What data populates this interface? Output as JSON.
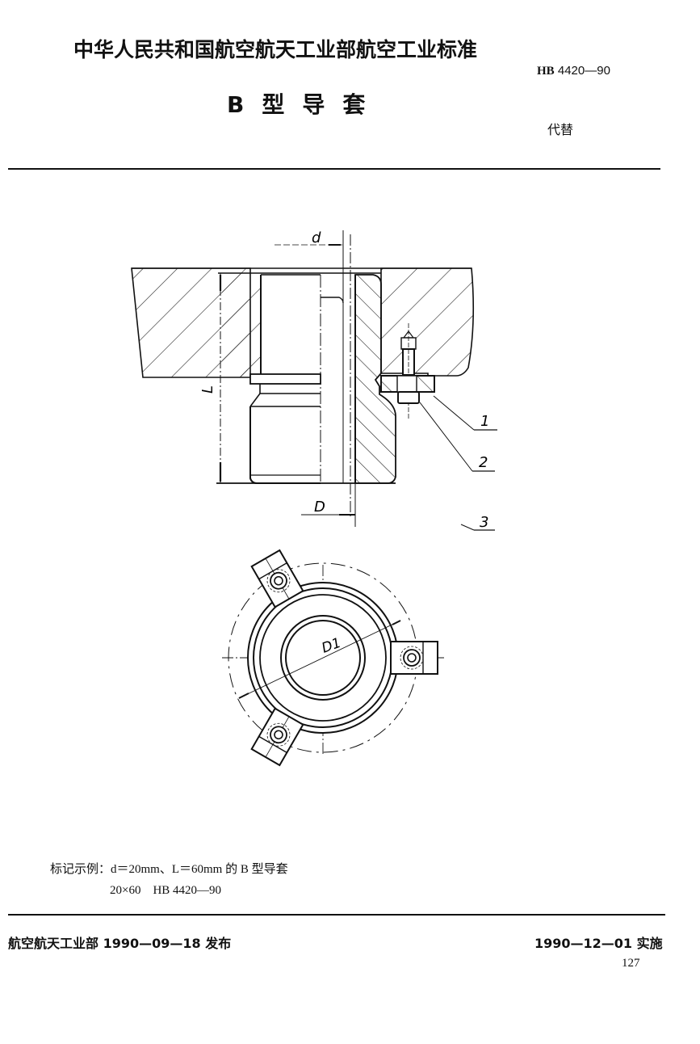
{
  "header": {
    "standard_title": "中华人民共和国航空航天工业部航空工业标准",
    "standard_code_prefix": "HB",
    "standard_code_number": "4420—90",
    "document_title": "B型导套",
    "replaces_label": "代替"
  },
  "drawing": {
    "section_view": {
      "dimension_labels": {
        "inner_diameter": "d",
        "outer_diameter": "D",
        "length": "L"
      },
      "callouts": [
        "1",
        "2",
        "3"
      ]
    },
    "plan_view": {
      "dimension_labels": {
        "pitch_diameter": "D1"
      }
    }
  },
  "marking_example": {
    "line1": "标记示例：d＝20mm、L＝60mm 的 B 型导套",
    "line2": "20×60　HB 4420—90"
  },
  "footer": {
    "issued": "航空航天工业部 1990—09—18 发布",
    "effective": "1990—12—01 实施",
    "page_number": "127"
  }
}
